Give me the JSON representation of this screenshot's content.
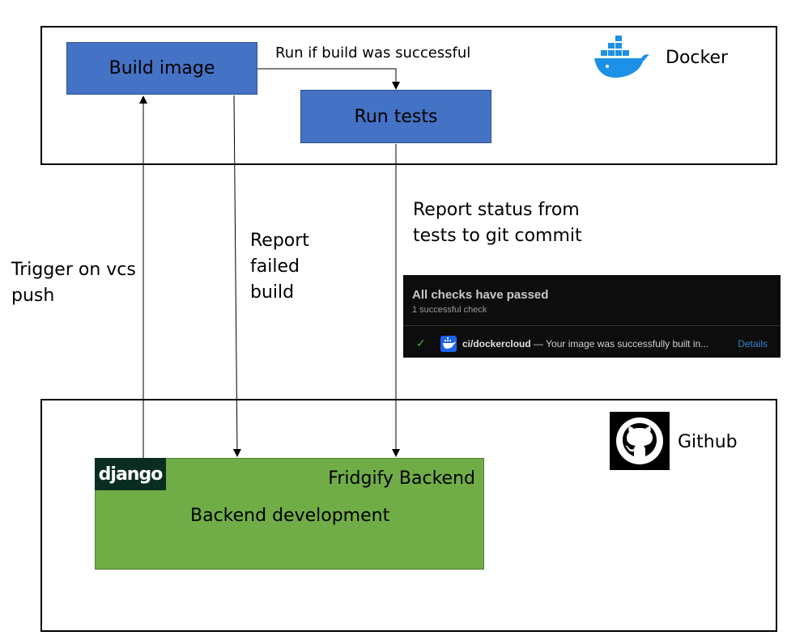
{
  "docker_section": {
    "label": "Docker",
    "build_box": "Build image",
    "run_tests_box": "Run tests",
    "conditional_label": "Run if build was successful"
  },
  "github_section": {
    "label": "Github",
    "backend_project": "Fridgify Backend",
    "backend_subtitle": "Backend development",
    "logo_text": "django"
  },
  "arrow_labels": {
    "trigger": [
      "Trigger on vcs",
      "push"
    ],
    "report_failed": [
      "Report",
      "failed",
      "build"
    ],
    "report_status": [
      "Report status from",
      "tests to git commit"
    ]
  },
  "checks_panel": {
    "title": "All checks have passed",
    "subtitle": "1 successful check",
    "check_name": "ci/dockercloud",
    "check_message": " — Your image was successfully built in...",
    "details_link": "Details"
  },
  "colors": {
    "process_box": "#4472c4",
    "backend_box": "#70ad47",
    "django_logo_bg": "#092e20",
    "docker_blue": "#1d91e6"
  },
  "icons": {
    "docker": "docker-whale-icon",
    "github": "github-octocat-icon",
    "check": "checkmark-icon"
  }
}
